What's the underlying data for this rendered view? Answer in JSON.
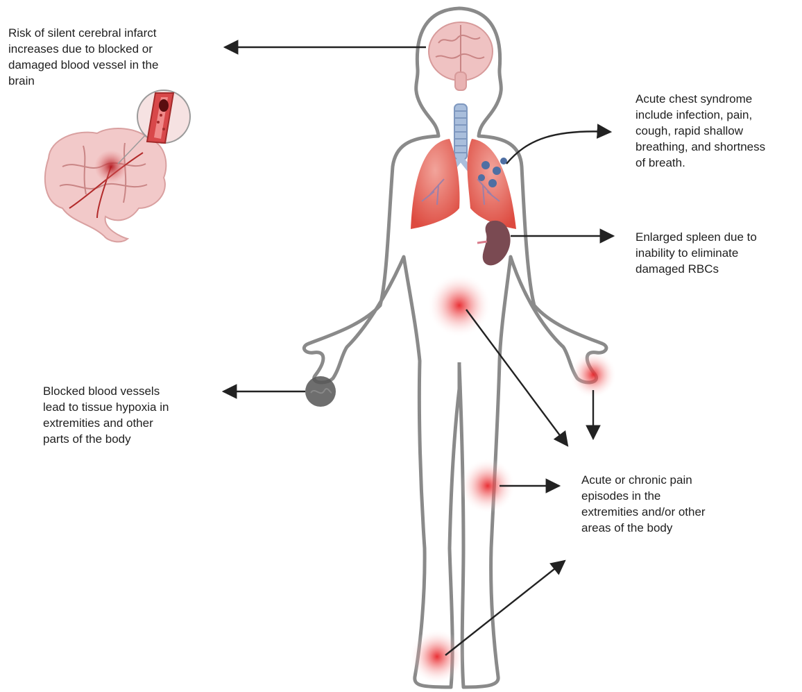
{
  "annotations": {
    "brain": {
      "lines": [
        "Risk of silent cerebral infarct",
        "increases due to blocked or",
        "damaged blood vessel in the",
        "brain"
      ]
    },
    "chest": {
      "lines": [
        "Acute chest syndrome",
        "include infection, pain,",
        "cough, rapid shallow",
        "breathing, and shortness",
        "of breath."
      ]
    },
    "spleen": {
      "lines": [
        "Enlarged spleen due to",
        "inability to eliminate",
        "damaged RBCs"
      ]
    },
    "hypoxia": {
      "lines": [
        "Blocked blood vessels",
        "lead to tissue hypoxia in",
        "extremities and other",
        "parts of the body"
      ]
    },
    "pain": {
      "lines": [
        "Acute or chronic pain",
        "episodes in the",
        "extremities and/or other",
        "areas of the body"
      ]
    }
  },
  "colors": {
    "outline": "#8a8a8a",
    "lung": "#e05a4f",
    "brain": "#efc2c2",
    "spleen": "#7a4a52",
    "pain_glow": "#e8262b",
    "hypoxia": "#555555",
    "arrow": "#222222"
  },
  "icons": [
    "brain-icon",
    "lungs-icon",
    "trachea-icon",
    "spleen-icon",
    "blood-vessel-clot-icon",
    "brain-infarct-icon",
    "pain-spot-icon",
    "hypoxia-spot-icon"
  ]
}
